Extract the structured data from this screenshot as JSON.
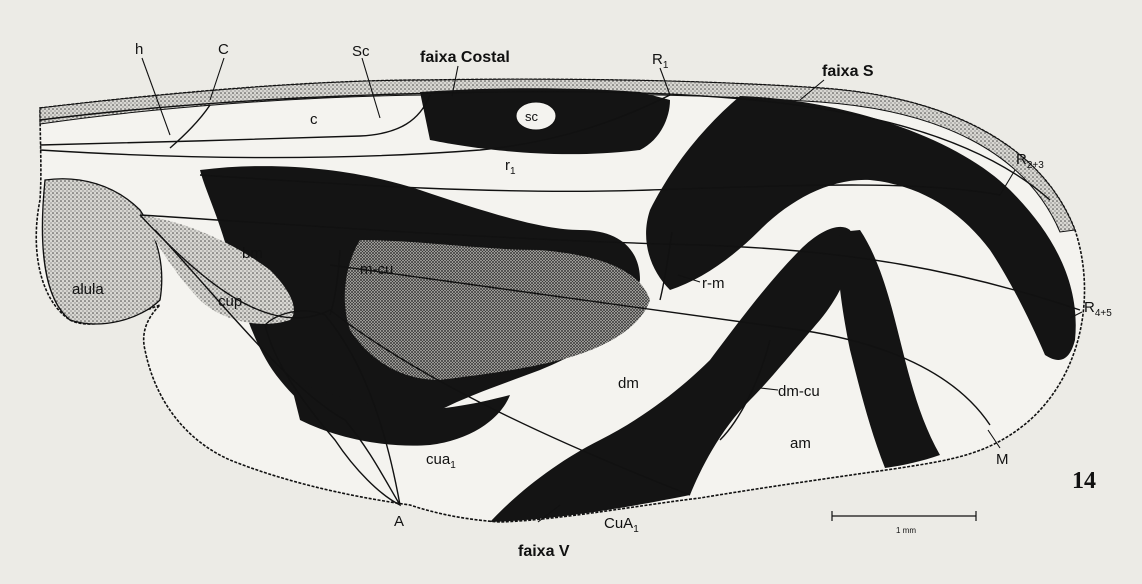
{
  "labels": {
    "h": "h",
    "C": "C",
    "Sc": "Sc",
    "faixa_costal": "faixa Costal",
    "R1": "R",
    "R1_sub": "1",
    "faixa_s": "faixa S",
    "c": "c",
    "sc": "sc",
    "r1": "r",
    "r1_sub": "1",
    "R23": "R",
    "R23_sub": "2+3",
    "bm": "bm",
    "m_cu": "m-cu",
    "r_m": "r-m",
    "alula": "alula",
    "cup": "cup",
    "R45": "R",
    "R45_sub": "4+5",
    "dm": "dm",
    "dm_cu": "dm-cu",
    "am": "am",
    "cua1": "cua",
    "cua1_sub": "1",
    "M": "M",
    "A": "A",
    "CuA1": "CuA",
    "CuA1_sub": "1",
    "faixa_v": "faixa V",
    "figure_number": "14",
    "scale": "1 mm"
  },
  "colors": {
    "background": "#ecebe6",
    "wing_membrane": "#f4f3ef",
    "band_dark": "#141414"
  }
}
